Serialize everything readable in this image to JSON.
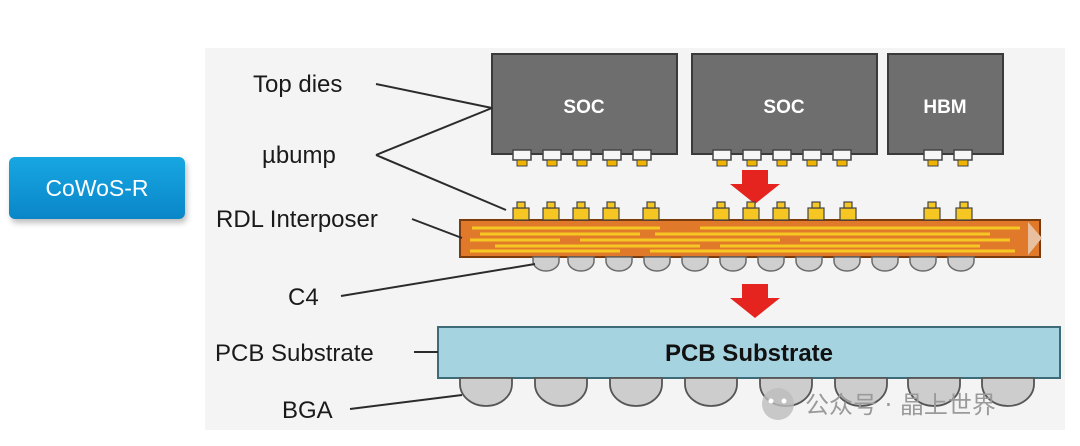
{
  "badge": {
    "label": "CoWoS-R"
  },
  "labels": {
    "top_dies": "Top dies",
    "ubump": "µbump",
    "rdl_interposer": "RDL Interposer",
    "c4": "C4",
    "pcb_substrate": "PCB Substrate",
    "bga": "BGA"
  },
  "dies": [
    {
      "label": "SOC"
    },
    {
      "label": "SOC"
    },
    {
      "label": "HBM"
    }
  ],
  "pcb": {
    "label": "PCB Substrate"
  },
  "watermark": {
    "text": "公众号 · 晶上世界"
  },
  "colors": {
    "badge": "#0a8fd3",
    "die": "#6e6e6e",
    "interposer": "#e07a2a",
    "rdl_traces": "#f6c623",
    "c4_bump": "#cfcfcf",
    "arrow": "#e52420",
    "pcb": "#a6d3e0",
    "bga_ball": "#cdcdcd"
  }
}
